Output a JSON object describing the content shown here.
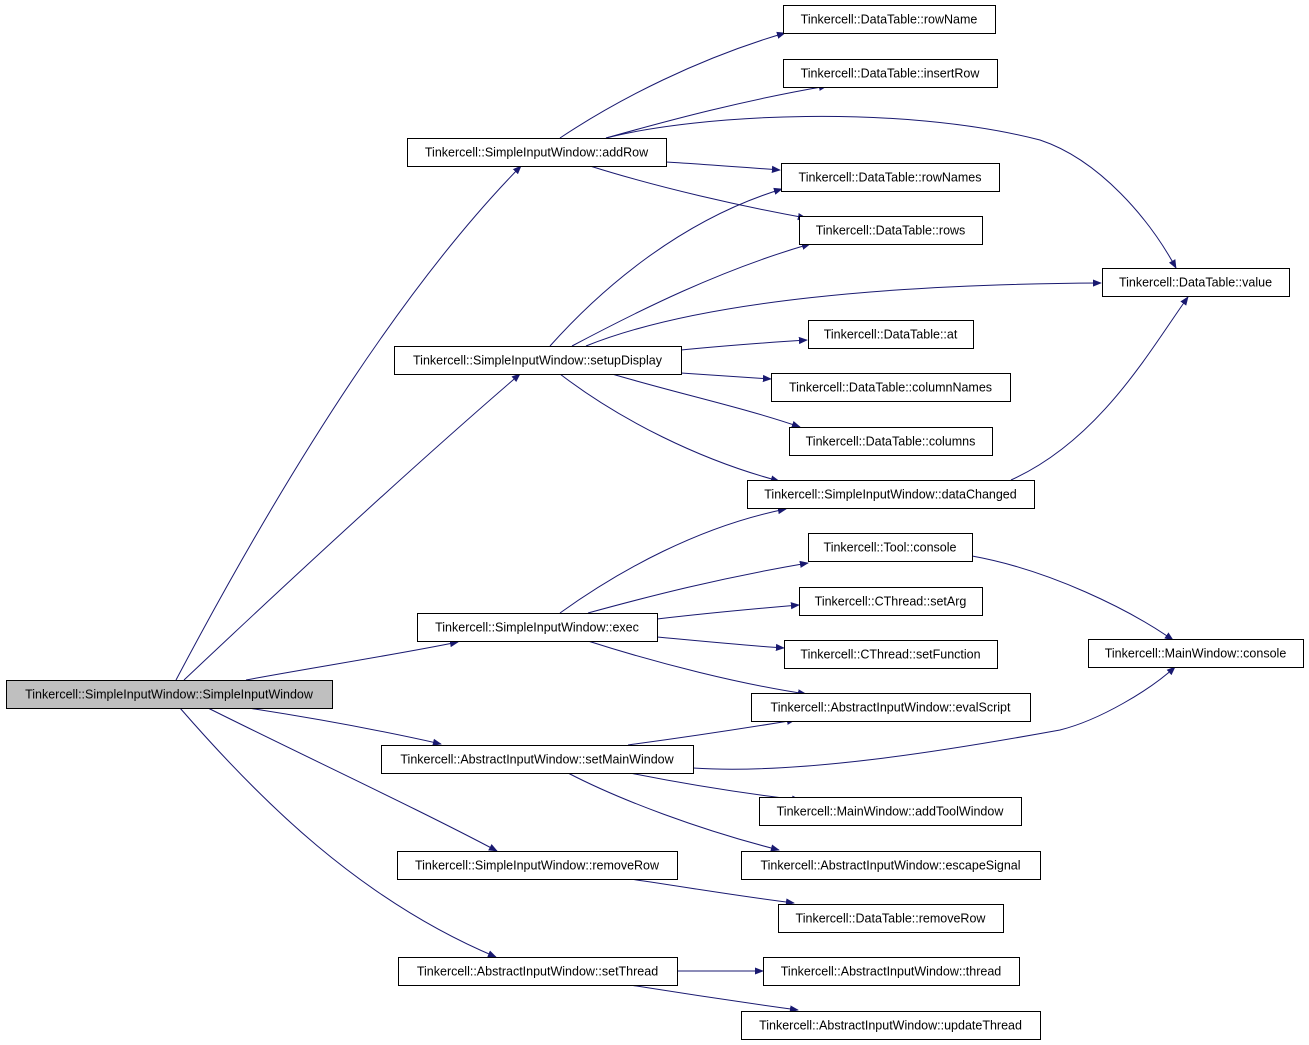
{
  "colors": {
    "edge": "#191970",
    "root_fill": "#bfbfbf",
    "node_fill": "#ffffff",
    "node_border": "#000000"
  },
  "nodes": [
    {
      "id": "root",
      "label": "Tinkercell::SimpleInputWindow::SimpleInputWindow",
      "root": true
    },
    {
      "id": "addRow",
      "label": "Tinkercell::SimpleInputWindow::addRow"
    },
    {
      "id": "setupDisplay",
      "label": "Tinkercell::SimpleInputWindow::setupDisplay"
    },
    {
      "id": "exec",
      "label": "Tinkercell::SimpleInputWindow::exec"
    },
    {
      "id": "setMainWindow",
      "label": "Tinkercell::AbstractInputWindow::setMainWindow"
    },
    {
      "id": "removeRow",
      "label": "Tinkercell::SimpleInputWindow::removeRow"
    },
    {
      "id": "setThread",
      "label": "Tinkercell::AbstractInputWindow::setThread"
    },
    {
      "id": "rowName",
      "label": "Tinkercell::DataTable::rowName"
    },
    {
      "id": "insertRow",
      "label": "Tinkercell::DataTable::insertRow"
    },
    {
      "id": "rowNames",
      "label": "Tinkercell::DataTable::rowNames"
    },
    {
      "id": "rows",
      "label": "Tinkercell::DataTable::rows"
    },
    {
      "id": "value",
      "label": "Tinkercell::DataTable::value"
    },
    {
      "id": "at",
      "label": "Tinkercell::DataTable::at"
    },
    {
      "id": "columnNames",
      "label": "Tinkercell::DataTable::columnNames"
    },
    {
      "id": "columns",
      "label": "Tinkercell::DataTable::columns"
    },
    {
      "id": "dataChanged",
      "label": "Tinkercell::SimpleInputWindow::dataChanged"
    },
    {
      "id": "toolConsole",
      "label": "Tinkercell::Tool::console"
    },
    {
      "id": "setArg",
      "label": "Tinkercell::CThread::setArg"
    },
    {
      "id": "setFunction",
      "label": "Tinkercell::CThread::setFunction"
    },
    {
      "id": "mwConsole",
      "label": "Tinkercell::MainWindow::console"
    },
    {
      "id": "evalScript",
      "label": "Tinkercell::AbstractInputWindow::evalScript"
    },
    {
      "id": "addToolWindow",
      "label": "Tinkercell::MainWindow::addToolWindow"
    },
    {
      "id": "escapeSignal",
      "label": "Tinkercell::AbstractInputWindow::escapeSignal"
    },
    {
      "id": "dtRemoveRow",
      "label": "Tinkercell::DataTable::removeRow"
    },
    {
      "id": "thread",
      "label": "Tinkercell::AbstractInputWindow::thread"
    },
    {
      "id": "updateThread",
      "label": "Tinkercell::AbstractInputWindow::updateThread"
    }
  ],
  "edges": [
    {
      "from": "root",
      "to": "addRow"
    },
    {
      "from": "root",
      "to": "setupDisplay"
    },
    {
      "from": "root",
      "to": "exec"
    },
    {
      "from": "root",
      "to": "setMainWindow"
    },
    {
      "from": "root",
      "to": "removeRow"
    },
    {
      "from": "root",
      "to": "setThread"
    },
    {
      "from": "addRow",
      "to": "rowName"
    },
    {
      "from": "addRow",
      "to": "insertRow"
    },
    {
      "from": "addRow",
      "to": "value"
    },
    {
      "from": "addRow",
      "to": "rowNames"
    },
    {
      "from": "addRow",
      "to": "rows"
    },
    {
      "from": "setupDisplay",
      "to": "rowNames"
    },
    {
      "from": "setupDisplay",
      "to": "rows"
    },
    {
      "from": "setupDisplay",
      "to": "value"
    },
    {
      "from": "setupDisplay",
      "to": "at"
    },
    {
      "from": "setupDisplay",
      "to": "columnNames"
    },
    {
      "from": "setupDisplay",
      "to": "columns"
    },
    {
      "from": "setupDisplay",
      "to": "dataChanged"
    },
    {
      "from": "dataChanged",
      "to": "value"
    },
    {
      "from": "exec",
      "to": "dataChanged"
    },
    {
      "from": "exec",
      "to": "toolConsole"
    },
    {
      "from": "exec",
      "to": "setArg"
    },
    {
      "from": "exec",
      "to": "setFunction"
    },
    {
      "from": "exec",
      "to": "evalScript"
    },
    {
      "from": "toolConsole",
      "to": "mwConsole"
    },
    {
      "from": "setMainWindow",
      "to": "evalScript"
    },
    {
      "from": "setMainWindow",
      "to": "mwConsole"
    },
    {
      "from": "setMainWindow",
      "to": "addToolWindow"
    },
    {
      "from": "setMainWindow",
      "to": "escapeSignal"
    },
    {
      "from": "removeRow",
      "to": "dtRemoveRow"
    },
    {
      "from": "setThread",
      "to": "thread"
    },
    {
      "from": "setThread",
      "to": "updateThread"
    }
  ]
}
